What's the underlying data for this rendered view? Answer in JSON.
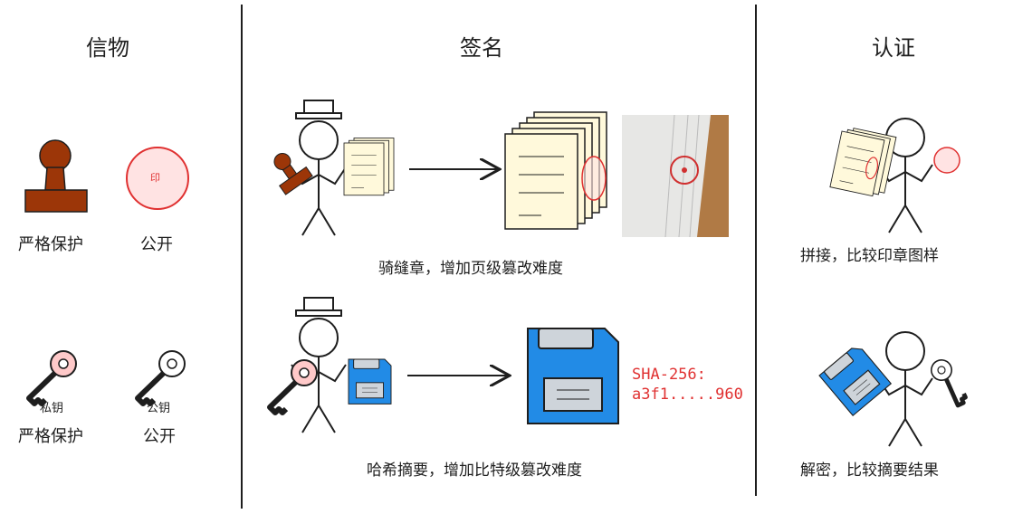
{
  "columns": {
    "token": {
      "title": "信物"
    },
    "signature": {
      "title": "签名"
    },
    "verify": {
      "title": "认证"
    }
  },
  "token": {
    "seal_label": "严格保护",
    "seal_imprint_label": "公开",
    "seal_char": "印",
    "private_key_tag": "私钥",
    "public_key_tag": "公钥",
    "private_key_label": "严格保护",
    "public_key_label": "公开"
  },
  "signature": {
    "row1_caption": "骑缝章，增加页级篡改难度",
    "row2_caption": "哈希摘要，增加比特级篡改难度",
    "hash_line1": "SHA-256:",
    "hash_line2": "a3f1.....960"
  },
  "verify": {
    "row1_caption": "拼接，比较印章图样",
    "row2_caption": "解密，比较摘要结果"
  },
  "colors": {
    "seal_brown": "#9c3608",
    "stamp_red": "#e03131",
    "key_pink": "#ffc9c9",
    "disk_blue": "#228be6",
    "paper": "#fff9db"
  }
}
